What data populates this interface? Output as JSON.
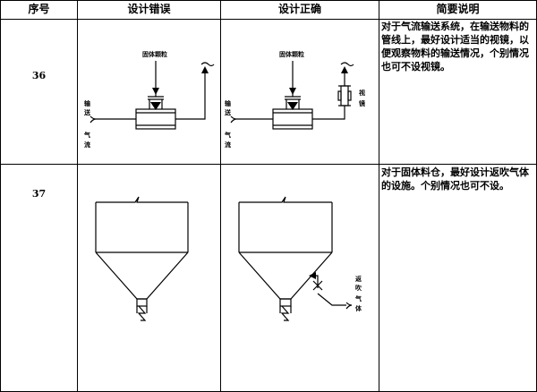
{
  "table": {
    "headers": [
      "序号",
      "设计错误",
      "设计正确",
      "简要说明"
    ],
    "rows": [
      {
        "number": "36",
        "note": "对于气流输送系统，在输送物料的管线上，最好设计适当的视镜，以便观察物料的输送情况，个别情况也可不设视镜。",
        "wrong_labels": {
          "inlet": "固体颗粒",
          "gas": [
            "输",
            "送",
            "气",
            "流"
          ]
        },
        "right_labels": {
          "inlet": "固体颗粒",
          "gas": [
            "输",
            "送",
            "气",
            "流"
          ],
          "sight_glass": [
            "视",
            "镜"
          ]
        }
      },
      {
        "number": "37",
        "note": "对于固体料仓，最好设计返吹气体的设施。个别情况也可不设。",
        "right_labels": {
          "blowback": [
            "返",
            "吹",
            "气",
            "体"
          ]
        }
      }
    ]
  }
}
